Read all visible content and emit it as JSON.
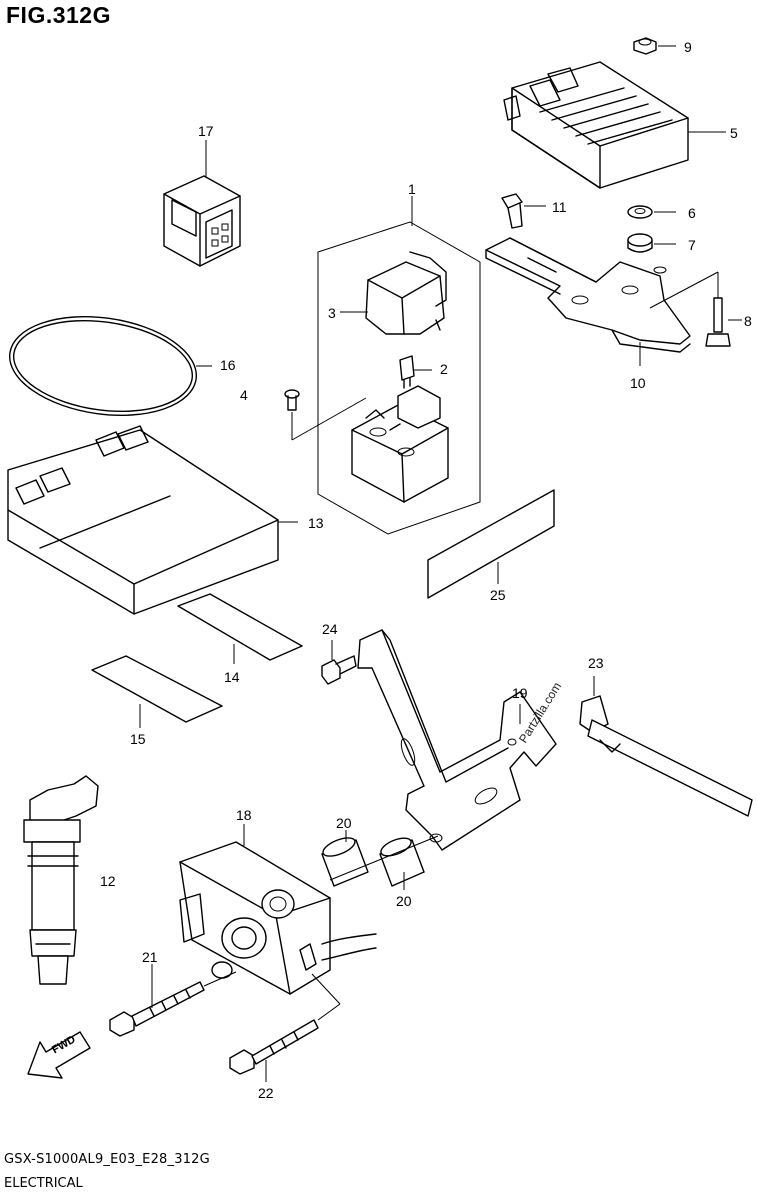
{
  "title": "FIG.312G",
  "footer": {
    "code": "GSX-S1000AL9_E03_E28_312G",
    "category": "ELECTRICAL"
  },
  "watermark": "Partzilla.com",
  "fwd_label": "FWD",
  "callouts": {
    "c1": "1",
    "c2": "2",
    "c3": "3",
    "c4": "4",
    "c5": "5",
    "c6": "6",
    "c7": "7",
    "c8": "8",
    "c9": "9",
    "c10": "10",
    "c11": "11",
    "c12": "12",
    "c13": "13",
    "c14": "14",
    "c15": "15",
    "c16": "16",
    "c17": "17",
    "c18": "18",
    "c19": "19",
    "c20a": "20",
    "c20b": "20",
    "c21": "21",
    "c22": "22",
    "c23": "23",
    "c24": "24",
    "c25": "25"
  }
}
